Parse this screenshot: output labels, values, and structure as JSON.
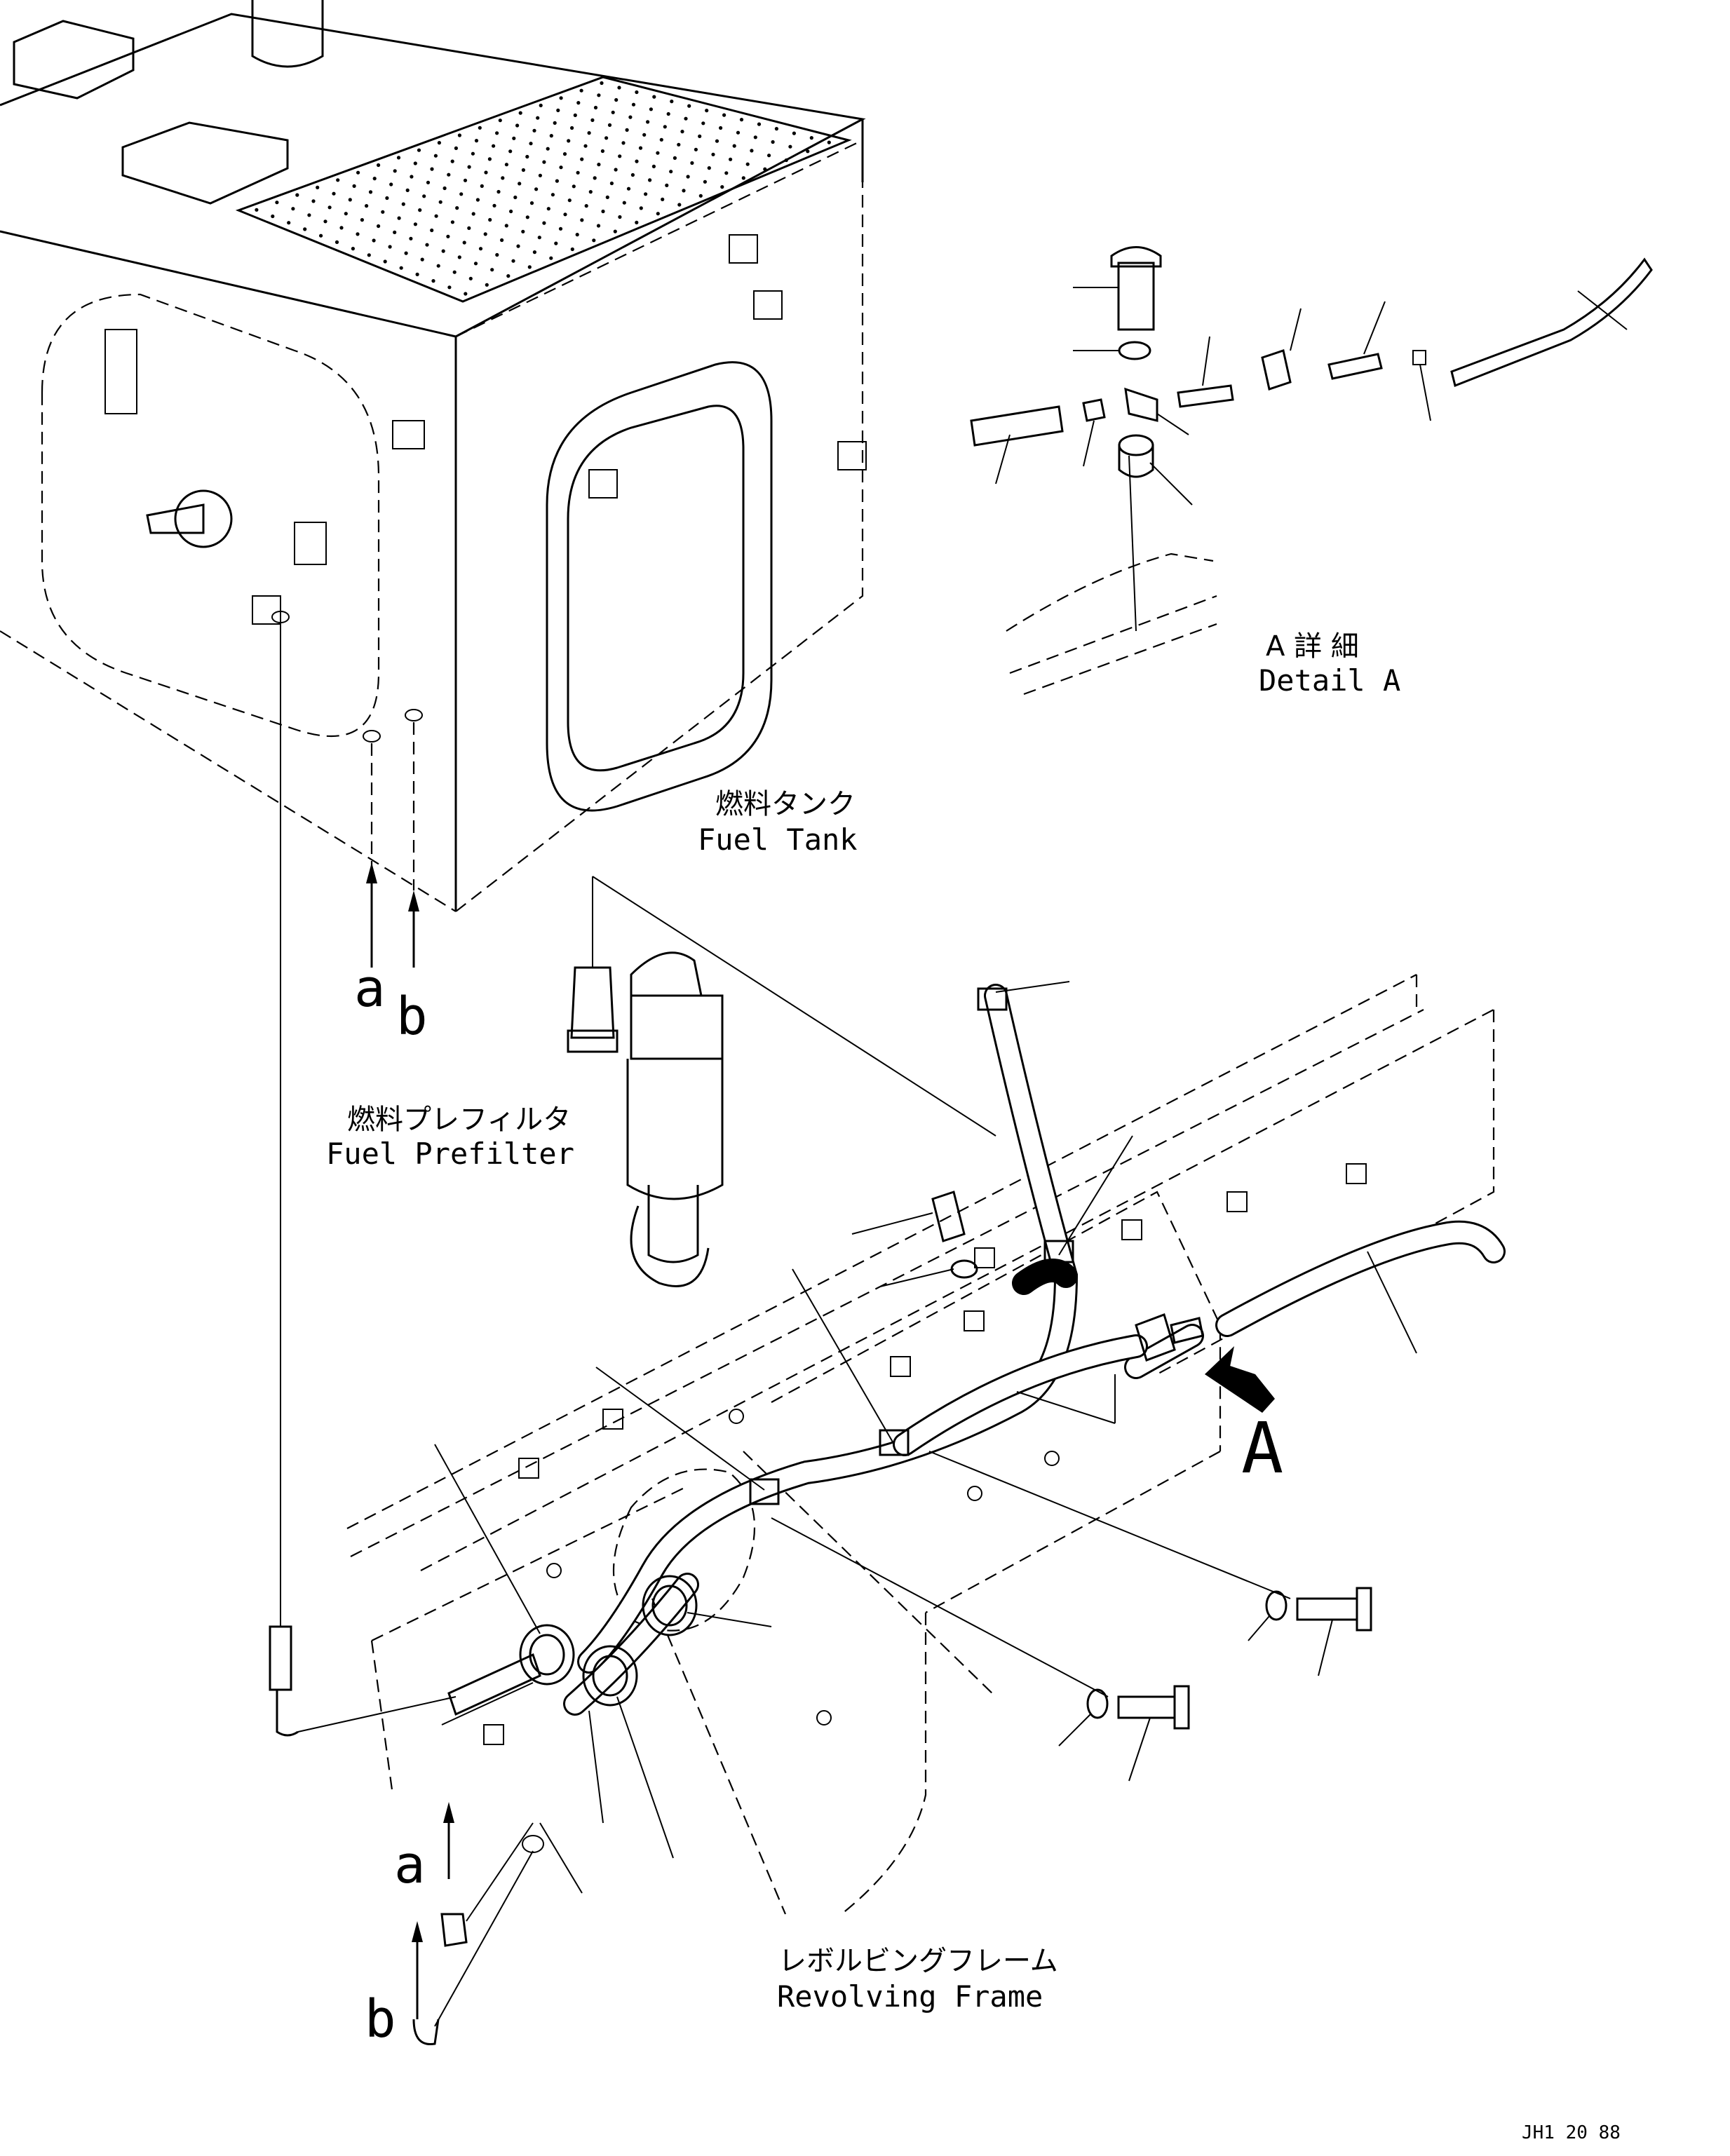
{
  "detail": {
    "title_jp": "A 詳 細",
    "title_en": "Detail A"
  },
  "labels": {
    "fuel_tank_jp": "燃料タンク",
    "fuel_tank_en": "Fuel Tank",
    "prefilter_jp": "燃料プレフィルタ",
    "prefilter_en": "Fuel Prefilter",
    "frame_jp": "レボルビングフレーム",
    "frame_en": "Revolving Frame",
    "view_arrow": "A",
    "ref_a": "a",
    "ref_b": "b"
  },
  "drawing_number": "JH1  20 88"
}
